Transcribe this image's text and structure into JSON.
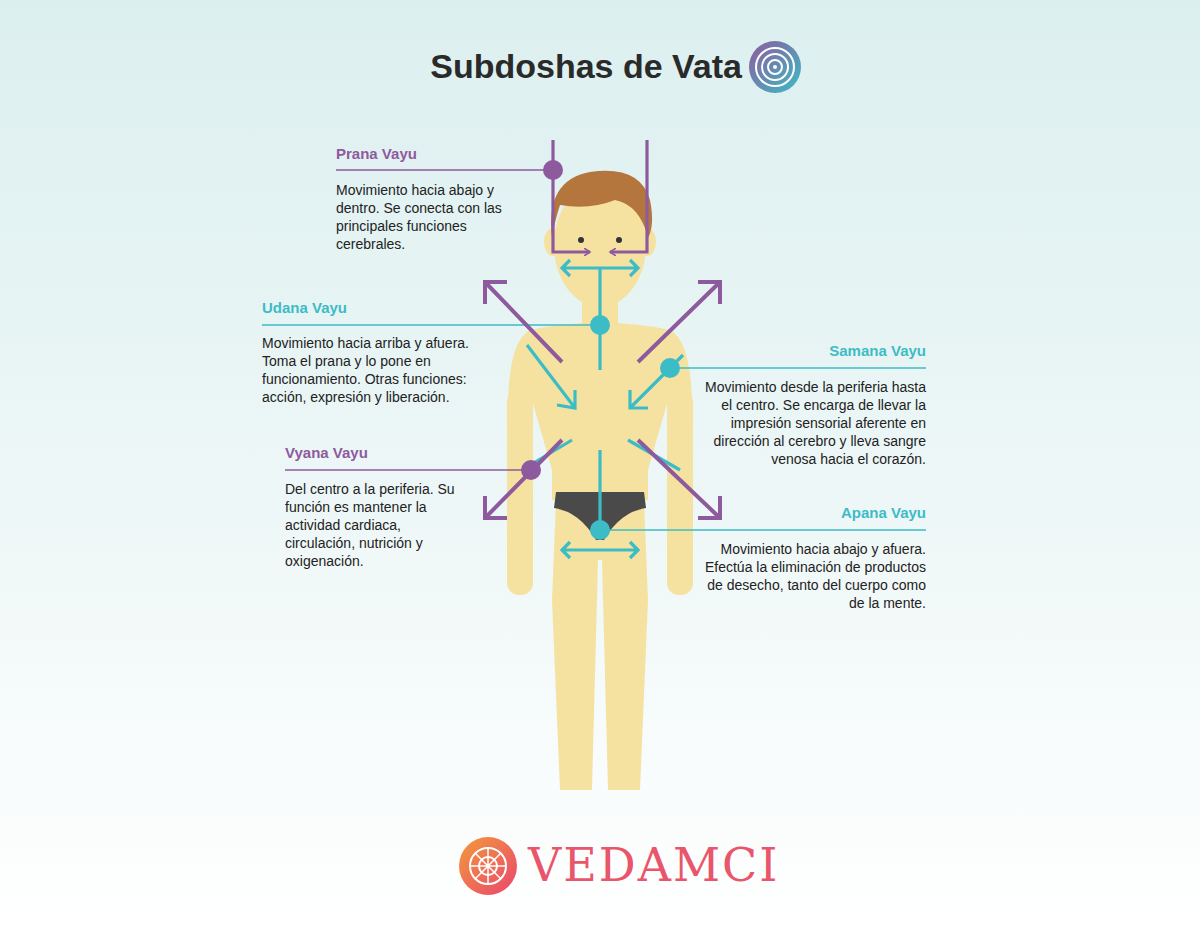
{
  "diagram": {
    "title": "Subdoshas de Vata",
    "labels": [
      "Prana Vayu",
      "Movimiento hacia abajo y dentro. Se conecta con las principales funciones cerebrales.",
      "Udana Vayu",
      "Movimiento hacia arriba y afuera. Toma el prana y lo pone en funcionamiento. Otras funciones: acción, expresión y liberación.",
      "Samana Vayu",
      "Movimiento desde la periferia hasta el centro. Se encarga de llevar la impresión sensorial aferente en dirección al cerebro y lleva sangre venosa hacia el corazón.",
      "Vyana Vayu",
      "Del centro a la periferia. Su función es mantener la actividad cardiaca, circulación, nutrición y oxigenación.",
      "Apana Vayu",
      "Movimiento hacia abajo y afuera. Efectúa la eliminación de productos de desecho, tanto del cuerpo como de la mente.",
      "VEDAMCI"
    ]
  }
}
